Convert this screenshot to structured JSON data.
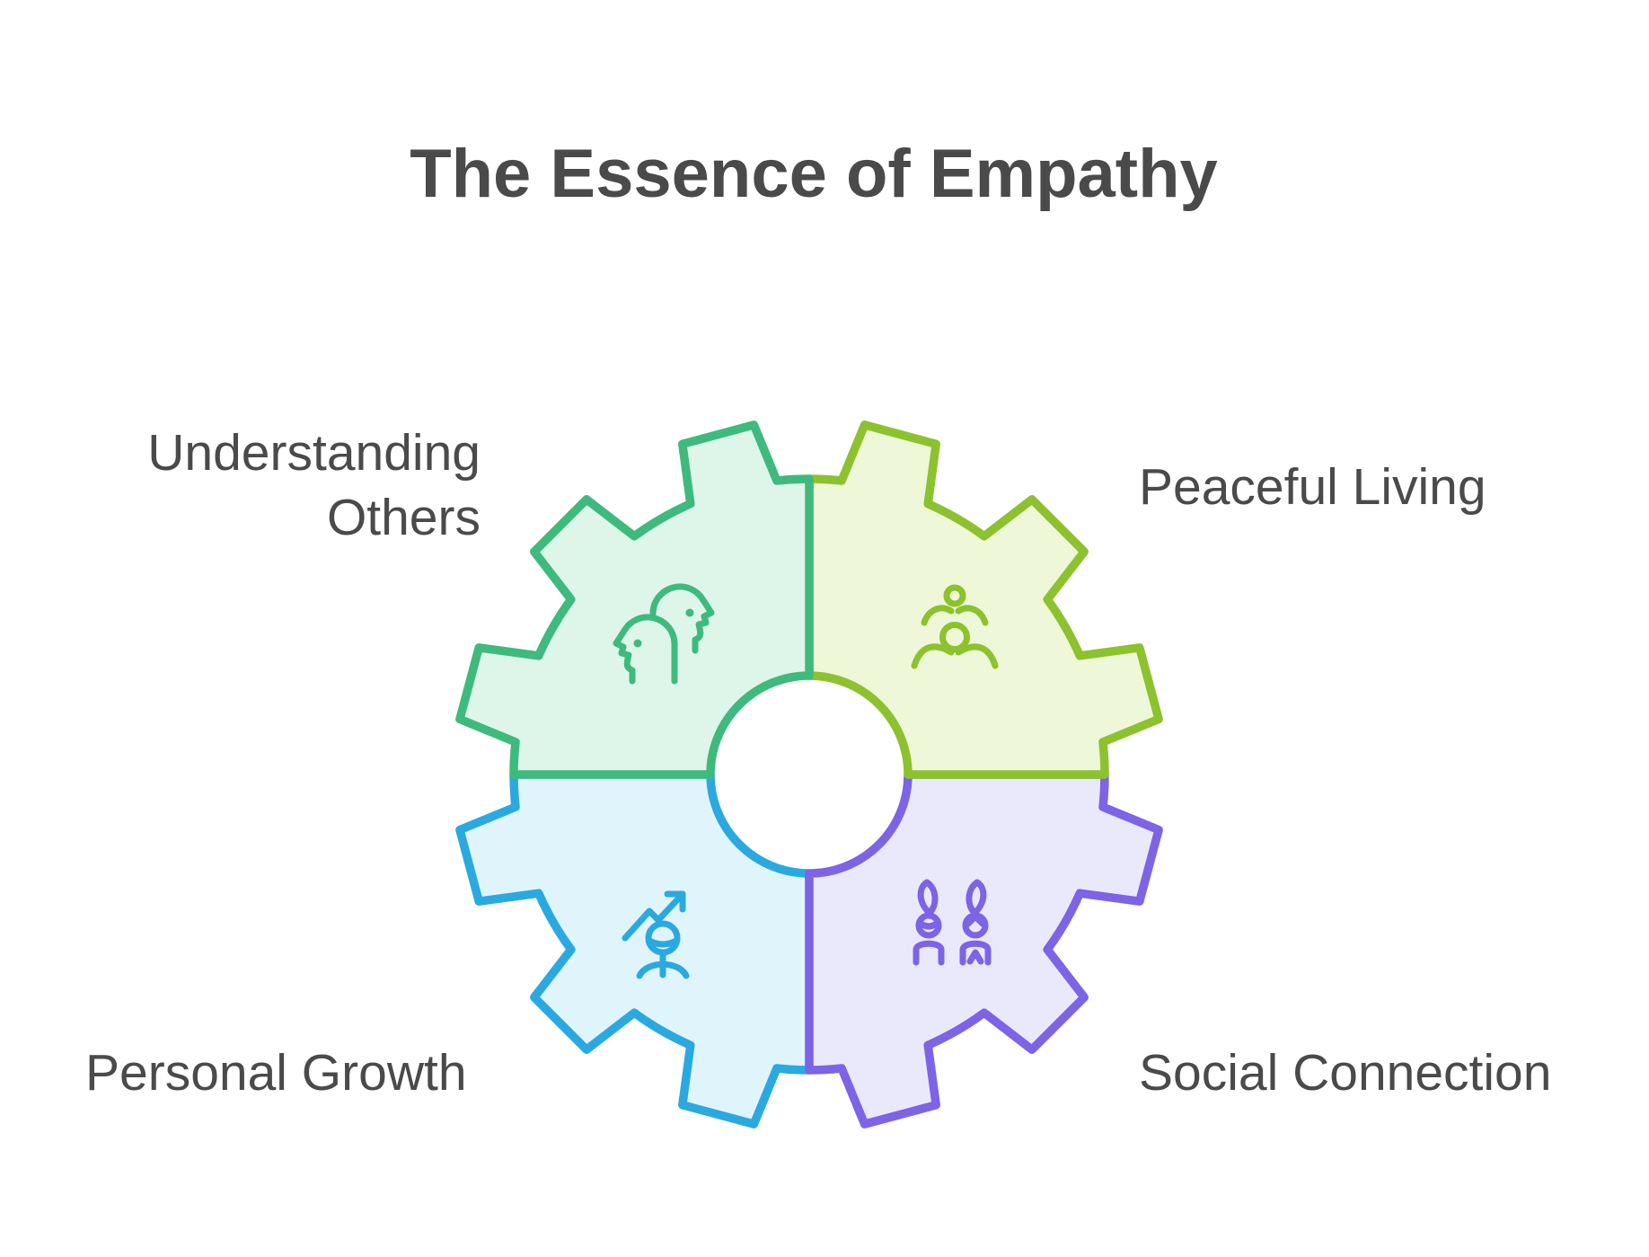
{
  "title": "The Essence of Empathy",
  "text_color": "#4a4a4a",
  "background_color": "#ffffff",
  "quadrants": [
    {
      "label": "Understanding Others",
      "position": "top-left",
      "icon": "two-heads-icon",
      "stroke_color": "#3eba7c",
      "fill_color": "#def5e9"
    },
    {
      "label": "Peaceful Living",
      "position": "top-right",
      "icon": "meditating-person-icon",
      "stroke_color": "#8cc22e",
      "fill_color": "#eef7d7"
    },
    {
      "label": "Personal Growth",
      "position": "bottom-left",
      "icon": "person-growth-arrow-icon",
      "stroke_color": "#2aa9e0",
      "fill_color": "#e0f4fc"
    },
    {
      "label": "Social Connection",
      "position": "bottom-right",
      "icon": "two-people-icon",
      "stroke_color": "#7d63e6",
      "fill_color": "#eae8fb"
    }
  ]
}
